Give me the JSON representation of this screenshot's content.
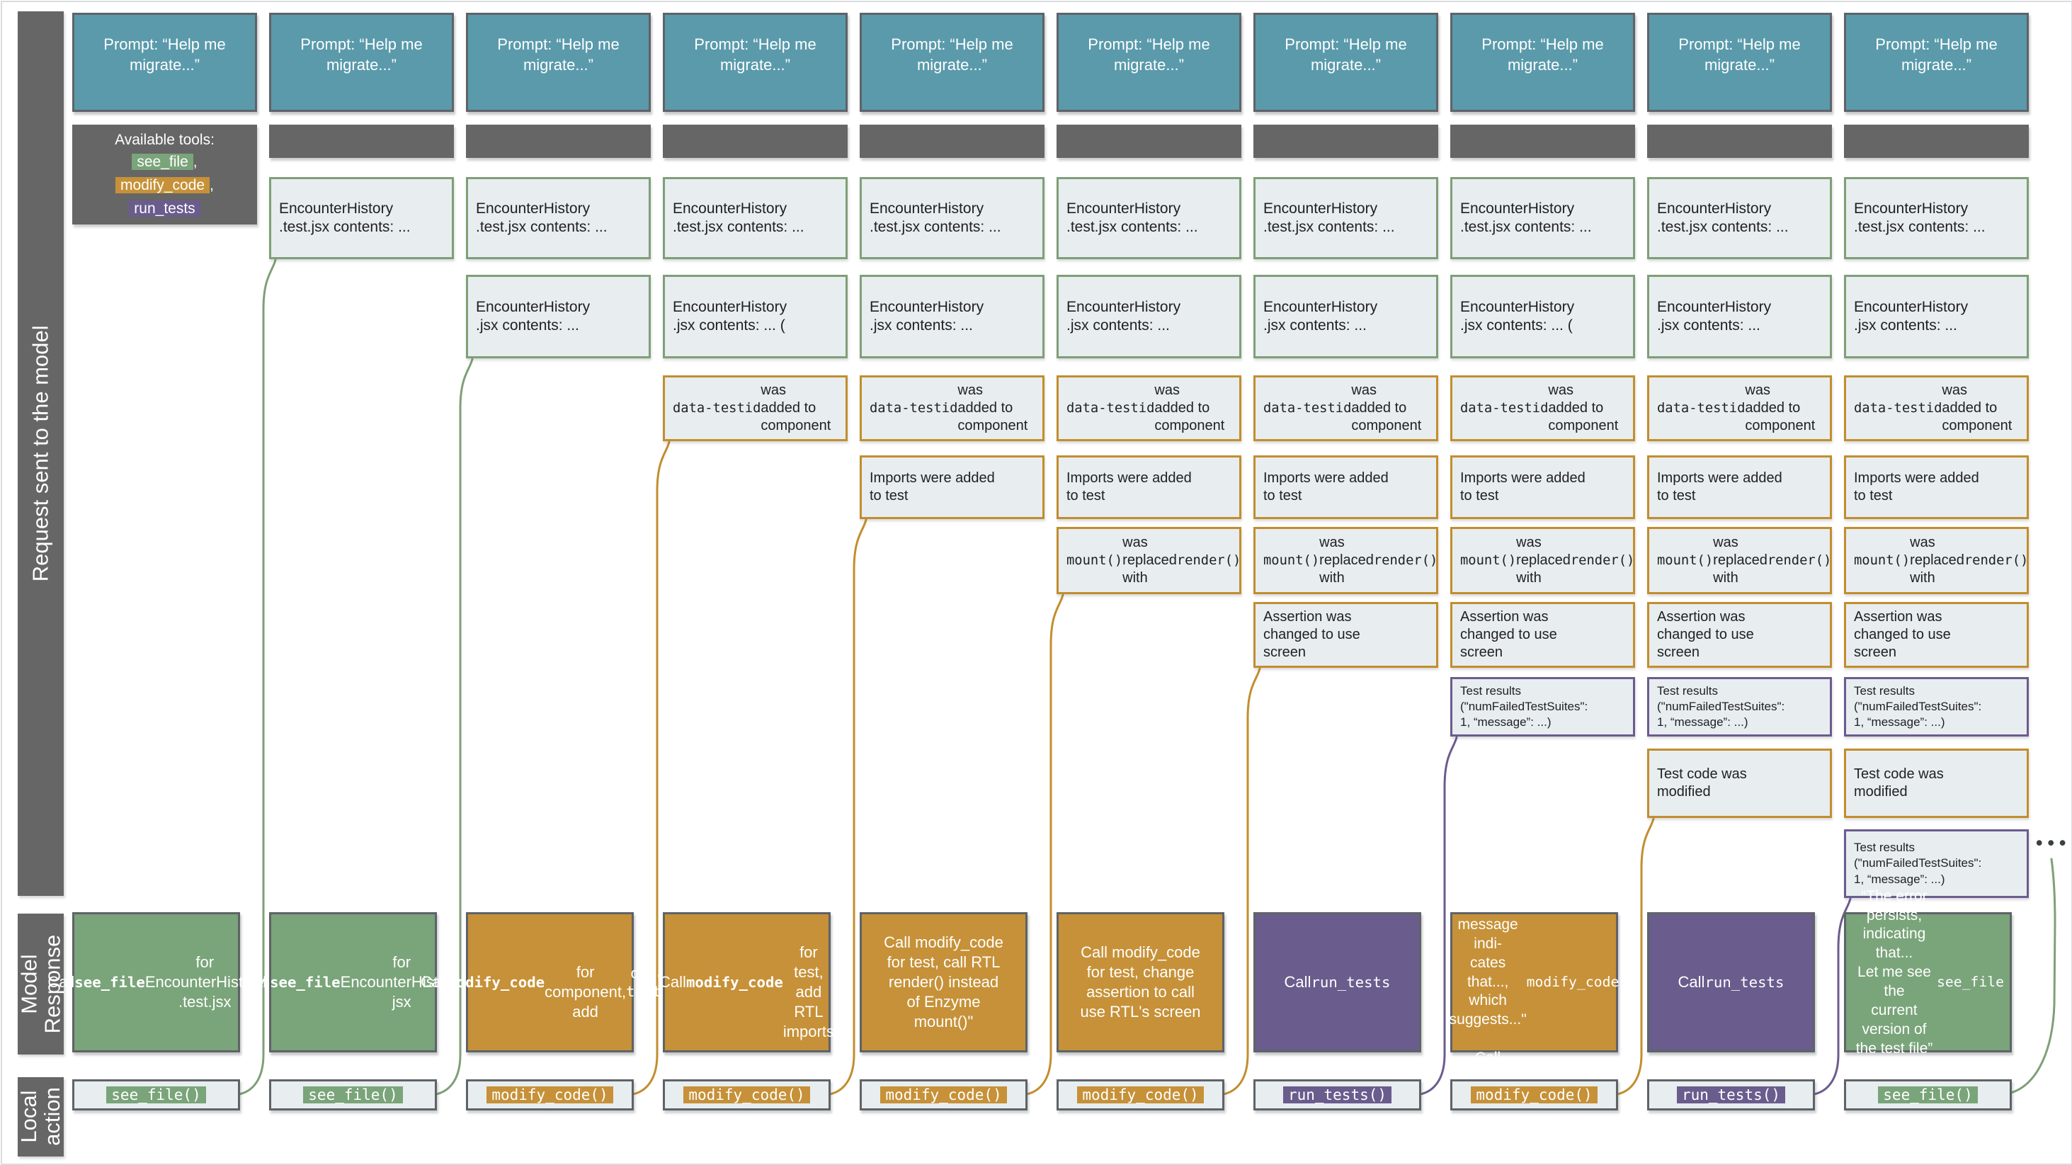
{
  "colors": {
    "teal": "#5a9aab",
    "gray": "#666666",
    "border_gray": "#5f6368",
    "green": "#7aa47a",
    "green_border": "#7f9f78",
    "orange": "#c69138",
    "orange_border": "#c28e2e",
    "purple": "#6a5c8d",
    "purple_border": "#6b5c8e",
    "box_fill": "#e8edf0",
    "canvas_border": "#dadce0",
    "text_dark": "#202124",
    "dots_color": "#3c4043"
  },
  "labels": {
    "request": "Request sent to the model",
    "model_response": "Model\nResponse",
    "local_action": "Local\naction"
  },
  "dots": "•••",
  "prompt_text": "Prompt: “Help me\nmigrate...”",
  "tools_box": {
    "title": "Available tools:",
    "tools": [
      {
        "name": "see_file",
        "suffix": ",",
        "color": "green"
      },
      {
        "name": "modify_code",
        "suffix": ",",
        "color": "orange"
      },
      {
        "name": "run_tests",
        "suffix": "",
        "color": "purple"
      }
    ]
  },
  "box_defs": {
    "b1": {
      "row": "b1",
      "border": "green",
      "size": "fs21",
      "segs": [
        {
          "t": "EncounterHistory\n.test.jsx contents: ..."
        }
      ]
    },
    "b2": {
      "row": "b2",
      "border": "green",
      "size": "fs21",
      "segs": [
        {
          "t": "EncounterHistory\n.jsx contents: ..."
        }
      ]
    },
    "b2p": {
      "row": "b2",
      "border": "green",
      "size": "fs21",
      "segs": [
        {
          "t": "EncounterHistory\n.jsx contents: ... ("
        }
      ]
    },
    "b3": {
      "row": "b3",
      "border": "orange",
      "size": "fs20",
      "segs": [
        {
          "t": "data-testid",
          "mono": true
        },
        {
          "t": " was\nadded to\ncomponent"
        }
      ]
    },
    "b4": {
      "row": "b4",
      "border": "orange",
      "size": "fs20",
      "segs": [
        {
          "t": "Imports were added\nto test"
        }
      ]
    },
    "b5": {
      "row": "b5",
      "border": "orange",
      "size": "fs20",
      "segs": [
        {
          "t": "mount()",
          "mono": true
        },
        {
          "t": " was\nreplaced with\n"
        },
        {
          "t": "render()",
          "mono": true
        }
      ]
    },
    "b6": {
      "row": "b6",
      "border": "orange",
      "size": "fs20",
      "segs": [
        {
          "t": "Assertion was\nchanged to use\nscreen"
        }
      ]
    },
    "b7": {
      "row": "b7",
      "border": "purple",
      "size": "fs17",
      "segs": [
        {
          "t": "Test results\n(\"numFailedTestSuites\":\n1, “message”: ...)"
        }
      ]
    },
    "b8": {
      "row": "b8",
      "border": "orange",
      "size": "fs20",
      "segs": [
        {
          "t": "Test code was\nmodified"
        }
      ]
    },
    "b9": {
      "row": "b9",
      "border": "purple",
      "size": "fs17",
      "segs": [
        {
          "t": "Test results\n(\"numFailedTestSuites\":\n1, “message”: ...)"
        }
      ]
    }
  },
  "response_defs": {
    "r1": {
      "color": "green",
      "segs": [
        {
          "t": "Call "
        },
        {
          "t": "see_file",
          "mono": true,
          "bold": true
        },
        {
          "t": " for\nEncounterHistory\n.test.jsx"
        }
      ]
    },
    "r2": {
      "color": "green",
      "segs": [
        {
          "t": "Call "
        },
        {
          "t": "see_file",
          "mono": true,
          "bold": true
        },
        {
          "t": " for\nEncounterHistory.\njsx"
        }
      ]
    },
    "r3": {
      "color": "orange",
      "segs": [
        {
          "t": "Call "
        },
        {
          "t": "modify_code",
          "mono": true,
          "bold": true
        },
        {
          "t": "\nfor component,\nadd "
        },
        {
          "t": "data-testid",
          "mono": true
        }
      ]
    },
    "r4": {
      "color": "orange",
      "segs": [
        {
          "t": "Call "
        },
        {
          "t": "modify_code",
          "mono": true,
          "bold": true
        },
        {
          "t": "\nfor test, add RTL\nimports"
        }
      ]
    },
    "r5": {
      "color": "orange",
      "segs": [
        {
          "t": "Call modify_code\nfor test, call RTL\nrender() instead\nof Enzyme\nmount()\""
        }
      ]
    },
    "r6": {
      "color": "orange",
      "segs": [
        {
          "t": "Call modify_code\nfor test, change\nassertion to call\nuse RTL's screen"
        }
      ]
    },
    "r7": {
      "color": "purple",
      "segs": [
        {
          "t": "Call "
        },
        {
          "t": "run_tests",
          "mono": true
        }
      ]
    },
    "r8": {
      "color": "orange",
      "small": true,
      "segs": [
        {
          "t": "\"The error\nmessage indi-\ncates that...,\nwhich suggests...\"\n\nCall "
        },
        {
          "t": "modify_code",
          "mono": true
        }
      ]
    },
    "r9": {
      "color": "purple",
      "segs": [
        {
          "t": "Call "
        },
        {
          "t": "run_tests",
          "mono": true
        }
      ]
    },
    "r10": {
      "color": "green",
      "small": true,
      "segs": [
        {
          "t": "“The error\npersists,\nindicating that...\nLet me see the\ncurrent version of\nthe test file”\nCall "
        },
        {
          "t": "see_file",
          "mono": true
        }
      ]
    }
  },
  "action_defs": {
    "see_file": {
      "label": "see_file()",
      "color": "green"
    },
    "modify_code": {
      "label": "modify_code()",
      "color": "orange"
    },
    "run_tests": {
      "label": "run_tests()",
      "color": "purple"
    }
  },
  "columns": [
    {
      "tools": true,
      "history": [],
      "response": "r1",
      "action": "see_file"
    },
    {
      "tools": false,
      "history": [
        "b1"
      ],
      "response": "r2",
      "action": "see_file"
    },
    {
      "tools": false,
      "history": [
        "b1",
        "b2"
      ],
      "response": "r3",
      "action": "modify_code"
    },
    {
      "tools": false,
      "history": [
        "b1",
        "b2p",
        "b3"
      ],
      "response": "r4",
      "action": "modify_code"
    },
    {
      "tools": false,
      "history": [
        "b1",
        "b2",
        "b3",
        "b4"
      ],
      "response": "r5",
      "action": "modify_code"
    },
    {
      "tools": false,
      "history": [
        "b1",
        "b2",
        "b3",
        "b4",
        "b5"
      ],
      "response": "r6",
      "action": "modify_code"
    },
    {
      "tools": false,
      "history": [
        "b1",
        "b2",
        "b3",
        "b4",
        "b5",
        "b6"
      ],
      "response": "r7",
      "action": "run_tests"
    },
    {
      "tools": false,
      "history": [
        "b1",
        "b2p",
        "b3",
        "b4",
        "b5",
        "b6",
        "b7"
      ],
      "response": "r8",
      "action": "modify_code"
    },
    {
      "tools": false,
      "history": [
        "b1",
        "b2",
        "b3",
        "b4",
        "b5",
        "b6",
        "b7",
        "b8"
      ],
      "response": "r9",
      "action": "run_tests"
    },
    {
      "tools": false,
      "history": [
        "b1",
        "b2",
        "b3",
        "b4",
        "b5",
        "b6",
        "b7",
        "b8",
        "b9"
      ],
      "response": "r10",
      "action": "see_file"
    }
  ],
  "connectors": [
    {
      "from": 0,
      "row": "b1",
      "color": "green"
    },
    {
      "from": 1,
      "row": "b2",
      "color": "green"
    },
    {
      "from": 2,
      "row": "b3",
      "color": "orange"
    },
    {
      "from": 3,
      "row": "b4",
      "color": "orange"
    },
    {
      "from": 4,
      "row": "b5",
      "color": "orange"
    },
    {
      "from": 5,
      "row": "b6",
      "color": "orange"
    },
    {
      "from": 6,
      "row": "b7",
      "color": "purple"
    },
    {
      "from": 7,
      "row": "b8",
      "color": "orange"
    },
    {
      "from": 8,
      "row": "b9",
      "color": "purple"
    },
    {
      "from": 9,
      "row": "dots",
      "color": "green"
    }
  ]
}
